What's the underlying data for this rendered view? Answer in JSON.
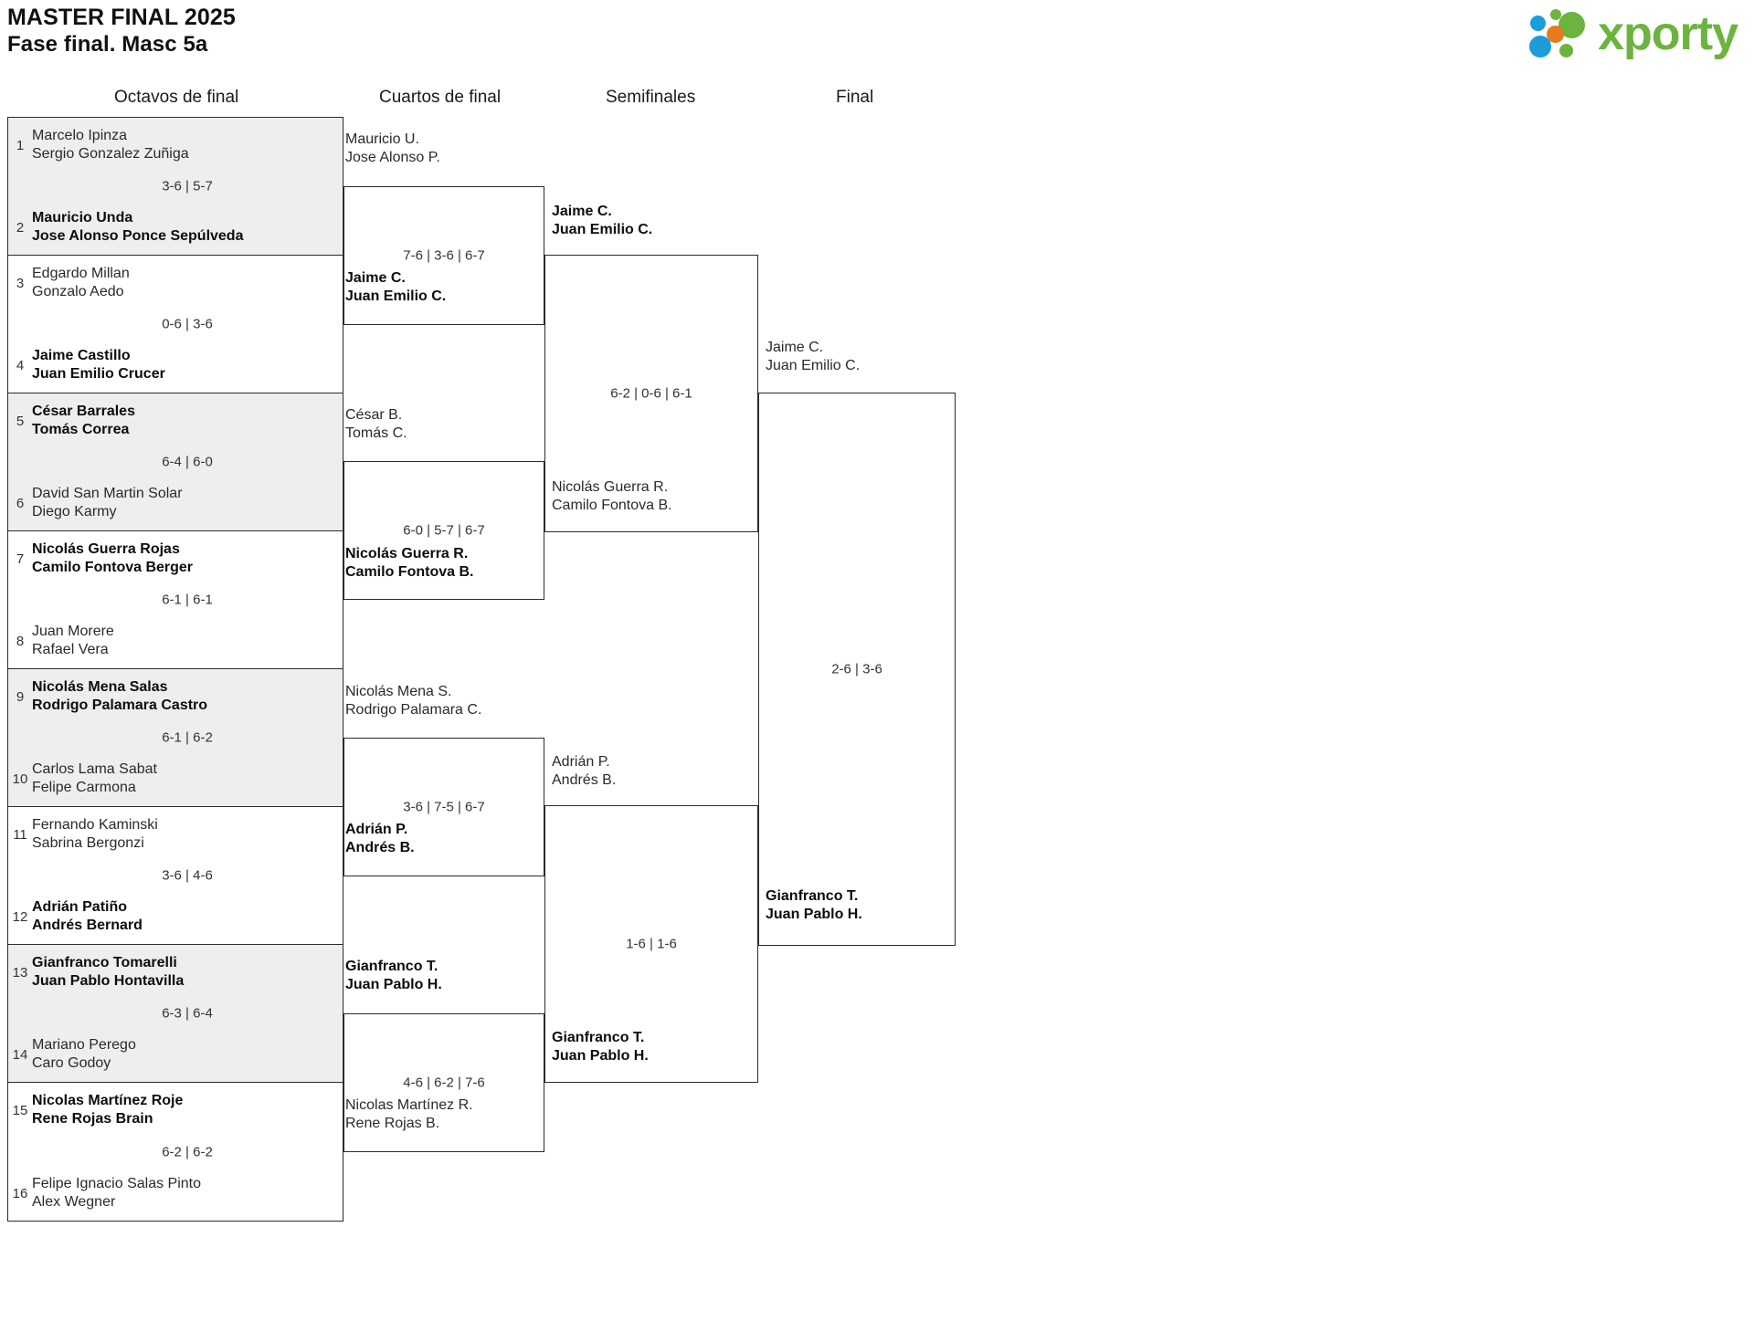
{
  "header": {
    "tournament": "MASTER FINAL 2025",
    "phase": "Fase final. Masc 5a",
    "logo_text": "xporty",
    "logo_colors": {
      "blue": "#1b9dd9",
      "green": "#6cb33f",
      "orange": "#e8791c"
    }
  },
  "rounds": [
    {
      "label": "Octavos de final"
    },
    {
      "label": "Cuartos de final"
    },
    {
      "label": "Semifinales"
    },
    {
      "label": "Final"
    }
  ],
  "round1": [
    {
      "seed_top": "1",
      "top": "Marcelo Ipinza\nSergio Gonzalez Zuñiga",
      "top_l1": "Marcelo Ipinza",
      "top_l2": "Sergio Gonzalez Zuñiga",
      "top_win": false,
      "seed_bot": "2",
      "bot_l1": "Mauricio Unda",
      "bot_l2": "Jose Alonso Ponce Sepúlveda",
      "bot_win": true,
      "score": "3-6 | 5-7"
    },
    {
      "seed_top": "3",
      "top_l1": "Edgardo Millan",
      "top_l2": "Gonzalo Aedo",
      "top_win": false,
      "seed_bot": "4",
      "bot_l1": "Jaime Castillo",
      "bot_l2": "Juan Emilio Crucer",
      "bot_win": true,
      "score": "0-6 | 3-6"
    },
    {
      "seed_top": "5",
      "top_l1": "César Barrales",
      "top_l2": "Tomás Correa",
      "top_win": true,
      "seed_bot": "6",
      "bot_l1": "David San Martin Solar",
      "bot_l2": "Diego Karmy",
      "bot_win": false,
      "score": "6-4 | 6-0"
    },
    {
      "seed_top": "7",
      "top_l1": "Nicolás Guerra Rojas",
      "top_l2": "Camilo Fontova Berger",
      "top_win": true,
      "seed_bot": "8",
      "bot_l1": "Juan Morere",
      "bot_l2": "Rafael Vera",
      "bot_win": false,
      "score": "6-1 | 6-1"
    },
    {
      "seed_top": "9",
      "top_l1": "Nicolás Mena Salas",
      "top_l2": "Rodrigo Palamara Castro",
      "top_win": true,
      "seed_bot": "10",
      "bot_l1": "Carlos Lama Sabat",
      "bot_l2": "Felipe Carmona",
      "bot_win": false,
      "score": "6-1 | 6-2"
    },
    {
      "seed_top": "11",
      "top_l1": "Fernando Kaminski",
      "top_l2": "Sabrina Bergonzi",
      "top_win": false,
      "seed_bot": "12",
      "bot_l1": "Adrián Patiño",
      "bot_l2": "Andrés Bernard",
      "bot_win": true,
      "score": "3-6 | 4-6"
    },
    {
      "seed_top": "13",
      "top_l1": "Gianfranco Tomarelli",
      "top_l2": "Juan Pablo Hontavilla",
      "top_win": true,
      "seed_bot": "14",
      "bot_l1": "Mariano Perego",
      "bot_l2": "Caro Godoy",
      "bot_win": false,
      "score": "6-3 | 6-4"
    },
    {
      "seed_top": "15",
      "top_l1": "Nicolas Martínez Roje",
      "top_l2": "Rene Rojas Brain",
      "top_win": true,
      "seed_bot": "16",
      "bot_l1": "Felipe Ignacio Salas Pinto",
      "bot_l2": "Alex Wegner",
      "bot_win": false,
      "score": "6-2 | 6-2"
    }
  ],
  "round2": [
    {
      "top_l1": "Mauricio U.",
      "top_l2": "Jose Alonso P.",
      "top_win": false,
      "bot_l1": "Jaime C.",
      "bot_l2": "Juan Emilio C.",
      "bot_win": true,
      "score": "7-6 | 3-6 | 6-7"
    },
    {
      "top_l1": "César B.",
      "top_l2": "Tomás C.",
      "top_win": false,
      "bot_l1": "Nicolás Guerra R.",
      "bot_l2": "Camilo Fontova B.",
      "bot_win": true,
      "score": "6-0 | 5-7 | 6-7"
    },
    {
      "top_l1": "Nicolás Mena S.",
      "top_l2": "Rodrigo Palamara C.",
      "top_win": false,
      "bot_l1": "Adrián P.",
      "bot_l2": "Andrés B.",
      "bot_win": true,
      "score": "3-6 | 7-5 | 6-7"
    },
    {
      "top_l1": "Gianfranco T.",
      "top_l2": "Juan Pablo H.",
      "top_win": true,
      "bot_l1": "Nicolas Martínez R.",
      "bot_l2": "Rene Rojas B.",
      "bot_win": false,
      "score": "4-6 | 6-2 | 7-6"
    }
  ],
  "round3": [
    {
      "top_l1": "Jaime C.",
      "top_l2": "Juan Emilio C.",
      "top_win": true,
      "bot_l1": "Nicolás Guerra R.",
      "bot_l2": "Camilo Fontova B.",
      "bot_win": false,
      "score": "6-2 | 0-6 | 6-1"
    },
    {
      "top_l1": "Adrián P.",
      "top_l2": "Andrés B.",
      "top_win": false,
      "bot_l1": "Gianfranco T.",
      "bot_l2": "Juan Pablo H.",
      "bot_win": true,
      "score": "1-6 | 1-6"
    }
  ],
  "round4": [
    {
      "top_l1": "Jaime C.",
      "top_l2": "Juan Emilio C.",
      "top_win": false,
      "bot_l1": "Gianfranco T.",
      "bot_l2": "Juan Pablo H.",
      "bot_win": true,
      "score": "2-6 | 3-6"
    }
  ]
}
